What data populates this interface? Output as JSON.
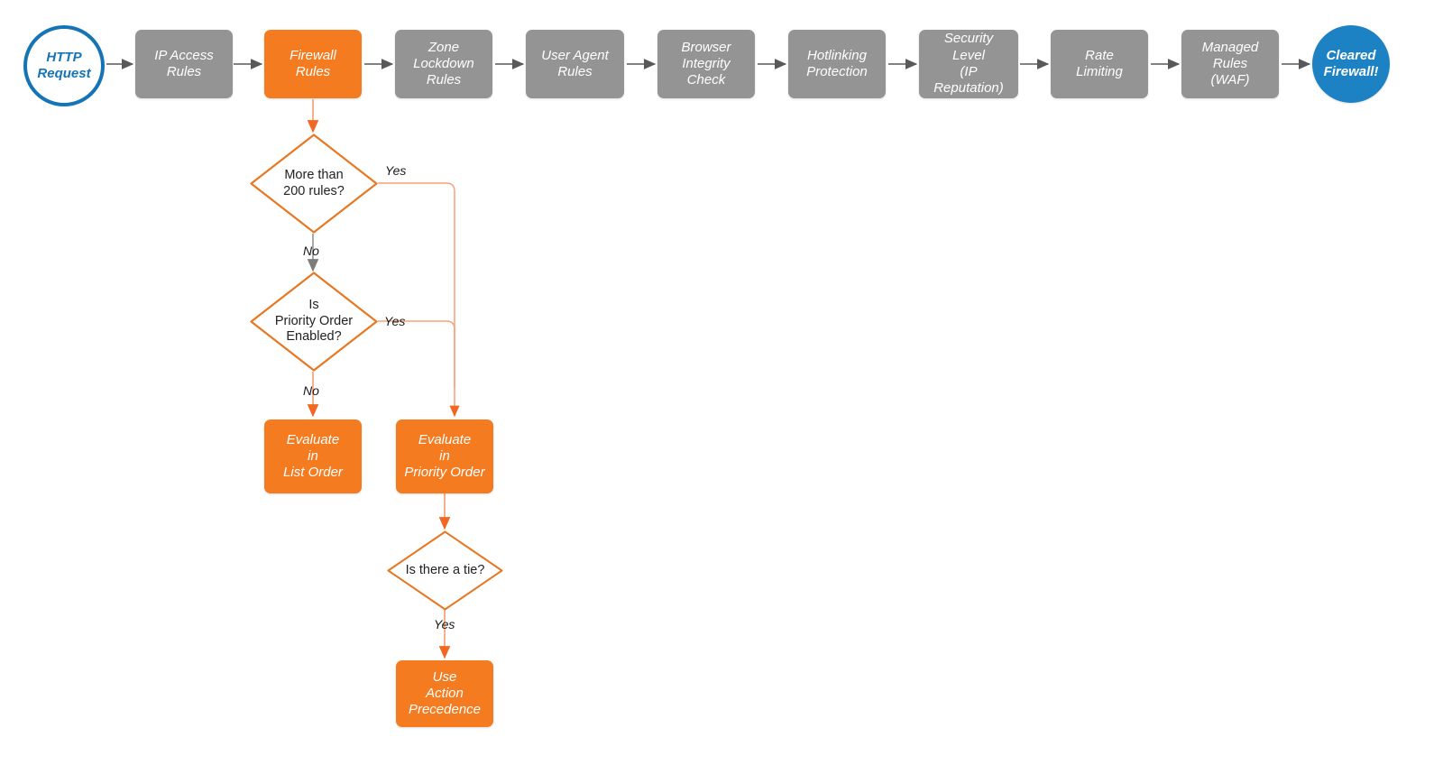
{
  "diagram": {
    "title": "Cloudflare request firewall evaluation order",
    "colors": {
      "gray_box": "#949494",
      "orange_box": "#F47B20",
      "blue_accent": "#1574B5",
      "blue_fill": "#1C82C4",
      "gray_connector": "#9a9a9a",
      "orange_connector": "#F7A278",
      "orange_arrow": "#F26722",
      "background": "#FFFFFF"
    }
  },
  "pipeline": {
    "start": {
      "label": "HTTP\nRequest",
      "shape": "circle",
      "style": "blue-outline"
    },
    "steps": [
      {
        "label": "IP Access\nRules",
        "style": "gray"
      },
      {
        "label": "Firewall\nRules",
        "style": "orange"
      },
      {
        "label": "Zone\nLockdown\nRules",
        "style": "gray"
      },
      {
        "label": "User Agent\nRules",
        "style": "gray"
      },
      {
        "label": "Browser\nIntegrity\nCheck",
        "style": "gray"
      },
      {
        "label": "Hotlinking\nProtection",
        "style": "gray"
      },
      {
        "label": "Security\nLevel\n(IP Reputation)",
        "style": "gray"
      },
      {
        "label": "Rate\nLimiting",
        "style": "gray"
      },
      {
        "label": "Managed\nRules\n(WAF)",
        "style": "gray"
      }
    ],
    "end": {
      "label": "Cleared\nFirewall!",
      "shape": "circle",
      "style": "blue-filled"
    }
  },
  "branch": {
    "decisions": [
      {
        "id": "more-than-200-rules",
        "label": "More than\n200 rules?"
      },
      {
        "id": "is-priority-order-enabled",
        "label": "Is\nPriority Order\nEnabled?"
      },
      {
        "id": "is-there-a-tie",
        "label": "Is there a tie?"
      }
    ],
    "outcomes": [
      {
        "id": "evaluate-in-list-order",
        "label": "Evaluate\nin\nList Order"
      },
      {
        "id": "evaluate-in-priority-order",
        "label": "Evaluate\nin\nPriority Order"
      },
      {
        "id": "use-action-precedence",
        "label": "Use\nAction\nPrecedence"
      }
    ],
    "edge_labels": {
      "yes_more_than_200": "Yes",
      "no_more_than_200": "No",
      "yes_priority_order": "Yes",
      "no_priority_order": "No",
      "yes_tie": "Yes"
    }
  }
}
